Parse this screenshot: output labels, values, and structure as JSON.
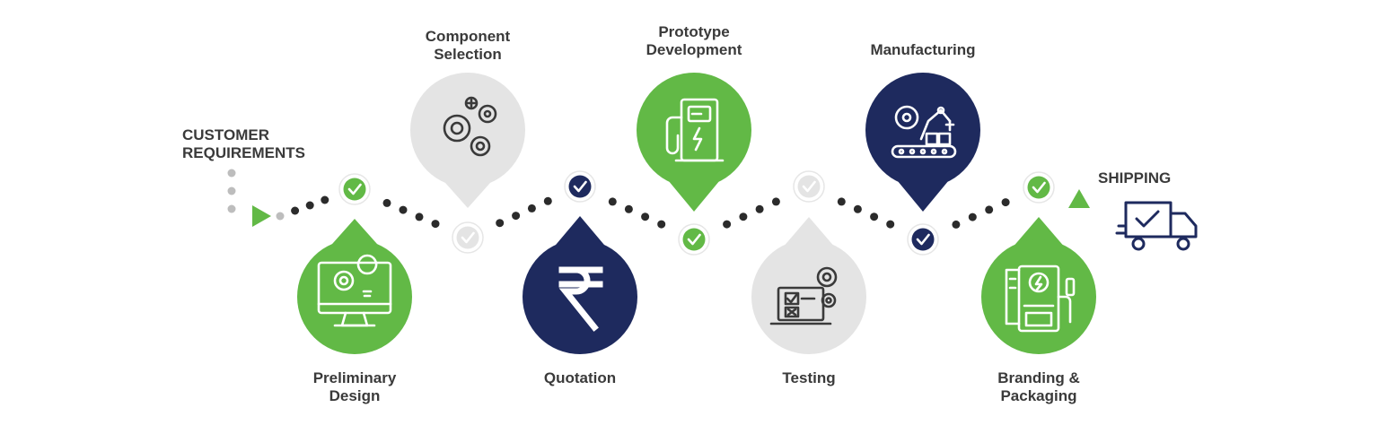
{
  "start_label": [
    "CUSTOMER",
    "REQUIREMENTS"
  ],
  "end_label": "SHIPPING",
  "colors": {
    "green": "#62B946",
    "navy": "#1E2A5E",
    "gray": "#E4E4E4",
    "dots": "#2B2B2B",
    "text": "#3A3A3A"
  },
  "steps": [
    {
      "label": [
        "Preliminary",
        "Design"
      ],
      "color": "green",
      "icon": "monitor-gear-bulb-icon",
      "position": "below"
    },
    {
      "label": [
        "Component",
        "Selection"
      ],
      "color": "gray",
      "icon": "gears-icon",
      "position": "above"
    },
    {
      "label": [
        "Quotation"
      ],
      "color": "navy",
      "icon": "rupee-icon",
      "position": "below"
    },
    {
      "label": [
        "Prototype",
        "Development"
      ],
      "color": "green",
      "icon": "charging-station-icon",
      "position": "above"
    },
    {
      "label": [
        "Testing"
      ],
      "color": "gray",
      "icon": "laptop-checklist-icon",
      "position": "below"
    },
    {
      "label": [
        "Manufacturing"
      ],
      "color": "navy",
      "icon": "robot-arm-conveyor-icon",
      "position": "above"
    },
    {
      "label": [
        "Branding &",
        "Packaging"
      ],
      "color": "green",
      "icon": "packaging-machine-icon",
      "position": "below"
    }
  ],
  "checkpoints": [
    {
      "color": "green"
    },
    {
      "color": "gray"
    },
    {
      "color": "navy"
    },
    {
      "color": "green"
    },
    {
      "color": "gray"
    },
    {
      "color": "navy"
    },
    {
      "color": "green"
    }
  ],
  "end_icon": "delivery-truck-icon"
}
